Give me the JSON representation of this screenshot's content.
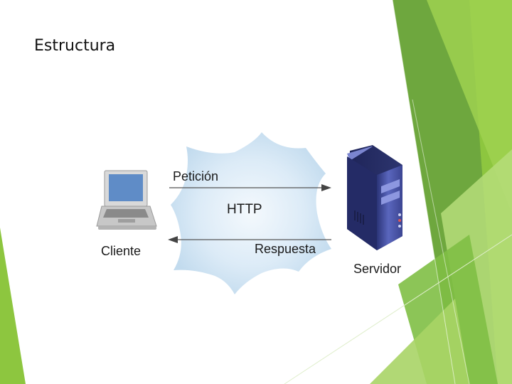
{
  "slide": {
    "title": "Estructura"
  },
  "diagram": {
    "request_label": "Petición",
    "protocol_label": "HTTP",
    "response_label": "Respuesta",
    "client_label": "Cliente",
    "server_label": "Servidor"
  },
  "colors": {
    "accent_green": "#8dc63f",
    "dark_green": "#5a9a3a",
    "cloud_blue": "#cfe6f7",
    "server_blue": "#4a56a8"
  }
}
